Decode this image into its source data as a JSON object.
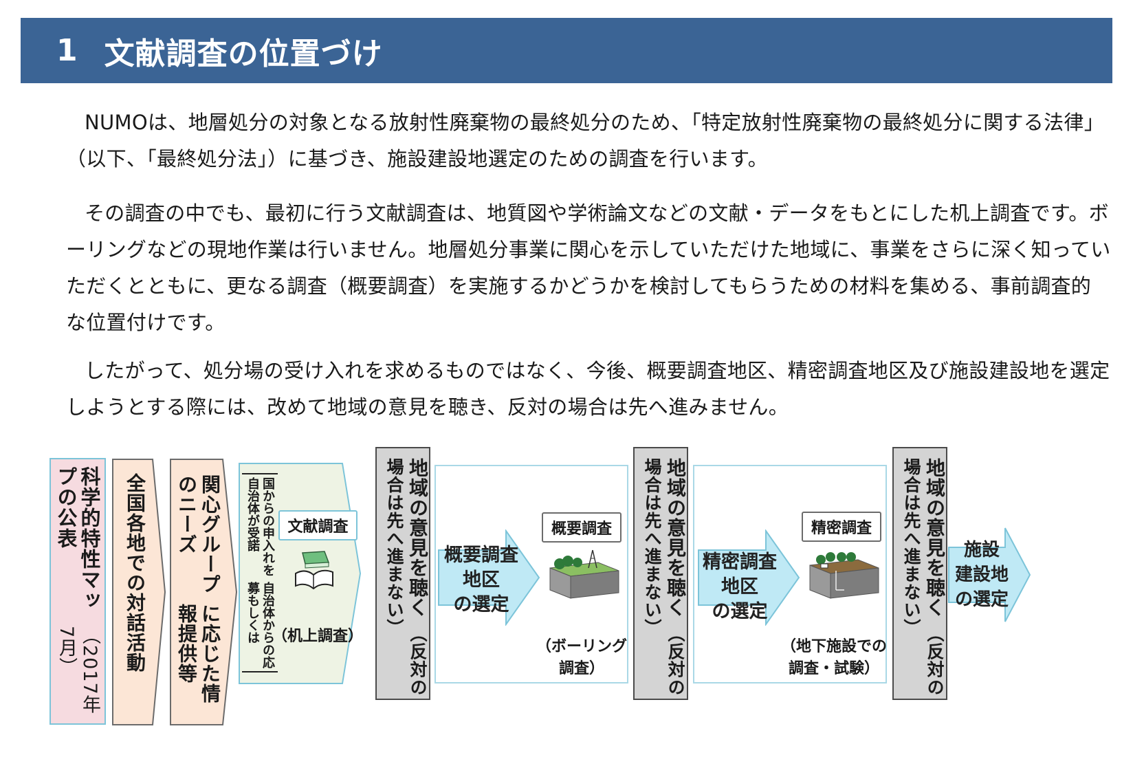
{
  "header": {
    "number": "1",
    "title": "文献調査の位置づけ"
  },
  "paragraphs": [
    "NUMOは、地層処分の対象となる放射性廃棄物の最終処分のため、「特定放射性廃棄物の最終処分に関する法律」（以下、「最終処分法」）に基づき、施設建設地選定のための調査を行います。",
    "その調査の中でも、最初に行う文献調査は、地質図や学術論文などの文献・データをもとにした机上調査です。ボーリングなどの現地作業は行いません。地層処分事業に関心を示していただけた地域に、事業をさらに深く知っていただくとともに、更なる調査（概要調査）を実施するかどうかを検討してもらうための材料を集める、事前調査的な位置付けです。",
    "したがって、処分場の受け入れを求めるものではなく、今後、概要調査地区、精密調査地区及び施設建設地を選定しようとする際には、改めて地域の意見を聴き、反対の場合は先へ進みません。"
  ],
  "flow": {
    "step1": {
      "title": "科学的特性マップの公表",
      "date": "（2017年7月）"
    },
    "step2": {
      "title": "全国各地での対話活動"
    },
    "step3": {
      "line1": "関心グループのニーズ",
      "line2": "に応じた情報提供等"
    },
    "step4": {
      "label": "文献調査",
      "sub_line1": "国からの申入れを自治体が受諾",
      "sub_line2": "自治体からの応募もしくは",
      "caption": "（机上調査）"
    },
    "gate_main": "地域の意見を聴く",
    "gate_note": "（反対の場合は先へ進まない）",
    "step5": {
      "label": "概要調査",
      "arrow_line1": "概要調査",
      "arrow_line2": "地区",
      "arrow_line3": "の選定",
      "caption_line1": "（ボーリング",
      "caption_line2": "調査）"
    },
    "step6": {
      "label": "精密調査",
      "arrow_line1": "精密調査",
      "arrow_line2": "地区",
      "arrow_line3": "の選定",
      "caption_line1": "（地下施設での",
      "caption_line2": "調査・試験）"
    },
    "step7": {
      "line1": "施設",
      "line2": "建設地",
      "line3": "の選定"
    }
  },
  "colors": {
    "header_bg": "#3b6495",
    "pink": "#f6dbe0",
    "peach": "#fce6d6",
    "light_green": "#eef3e4",
    "light_blue": "#bfe9f5",
    "gray": "#d4d4d4"
  }
}
